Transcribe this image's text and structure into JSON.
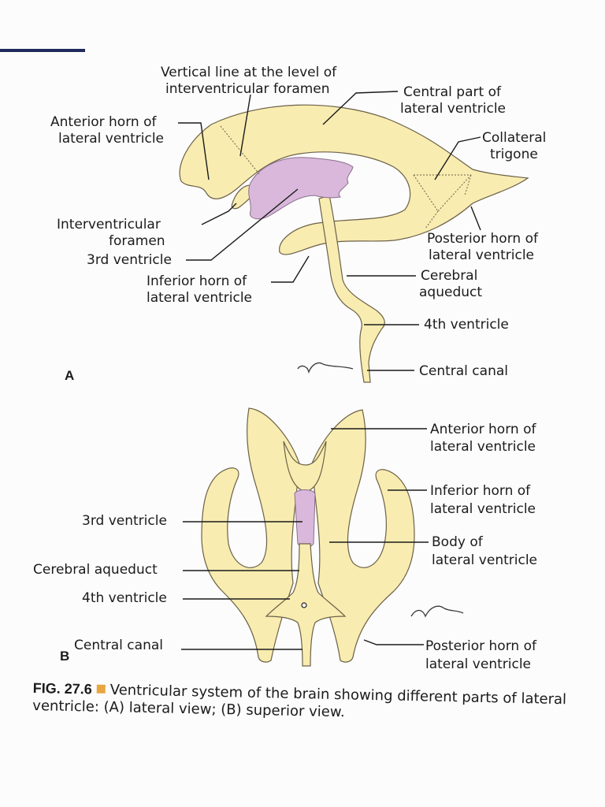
{
  "panel_a": {
    "letter": "A",
    "labels": {
      "vertical_line": [
        "Vertical line at the level of",
        "interventricular foramen"
      ],
      "central_part": [
        "Central part of",
        "lateral ventricle"
      ],
      "anterior_horn": [
        "Anterior horn of",
        "lateral ventricle"
      ],
      "collateral_trigone": [
        "Collateral",
        "trigone"
      ],
      "interventricular_foramen": [
        "Interventricular",
        "foramen"
      ],
      "third_ventricle": "3rd ventricle",
      "posterior_horn": [
        "Posterior horn of",
        "lateral ventricle"
      ],
      "inferior_horn": [
        "Inferior horn of",
        "lateral ventricle"
      ],
      "cerebral_aqueduct": [
        "Cerebral",
        "aqueduct"
      ],
      "fourth_ventricle": "4th ventricle",
      "central_canal": "Central canal"
    }
  },
  "panel_b": {
    "letter": "B",
    "labels": {
      "anterior_horn": [
        "Anterior horn of",
        "lateral ventricle"
      ],
      "inferior_horn": [
        "Inferior horn of",
        "lateral ventricle"
      ],
      "third_ventricle": "3rd ventricle",
      "body": [
        "Body of",
        "lateral ventricle"
      ],
      "cerebral_aqueduct": "Cerebral aqueduct",
      "fourth_ventricle": "4th ventricle",
      "central_canal": "Central canal",
      "posterior_horn": [
        "Posterior horn of",
        "lateral ventricle"
      ]
    }
  },
  "caption": {
    "fig_number": "FIG. 27.6",
    "text": "Ventricular system of the brain showing different parts of lateral ventricle: (A) lateral view; (B) superior view."
  },
  "colors": {
    "ventricle_fill": "#f8ecb0",
    "third_ventricle_fill": "#d9b8dc",
    "caption_marker": "#e9a640",
    "top_rule": "#1f2a5c"
  }
}
